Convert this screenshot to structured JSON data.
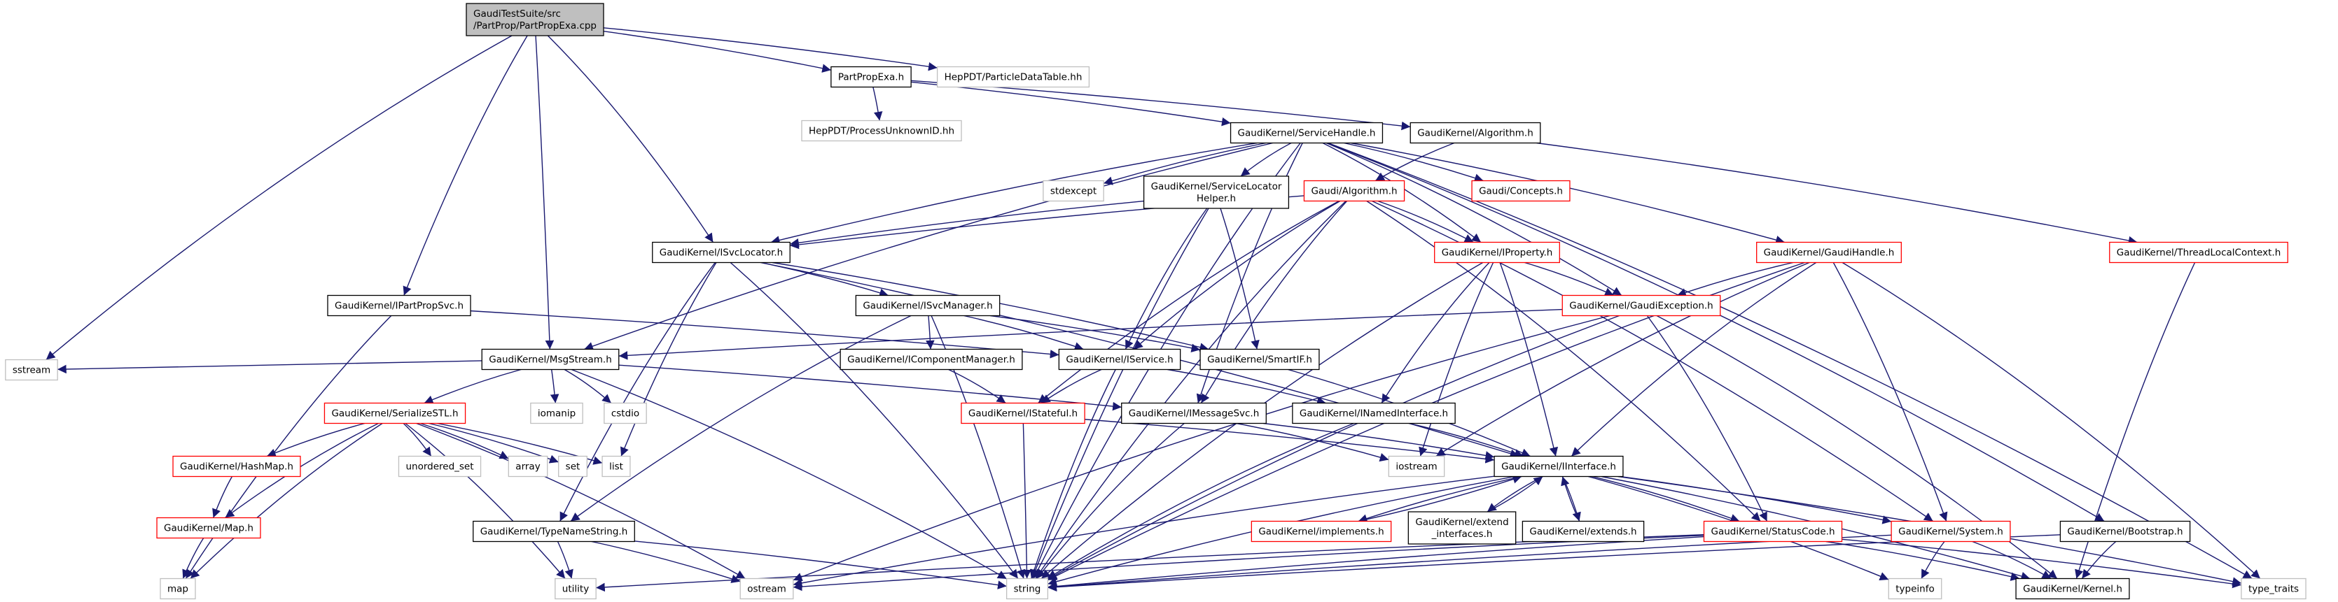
{
  "nodes": [
    {
      "id": "root",
      "lines": [
        "GaudiTestSuite/src",
        "/PartProp/PartPropExa.cpp"
      ],
      "style": "root"
    },
    {
      "id": "partpropexa",
      "lines": [
        "PartPropExa.h"
      ],
      "style": "normal"
    },
    {
      "id": "particledatatable",
      "lines": [
        "HepPDT/ParticleDataTable.hh"
      ],
      "style": "external"
    },
    {
      "id": "processunknown",
      "lines": [
        "HepPDT/ProcessUnknownID.hh"
      ],
      "style": "external"
    },
    {
      "id": "servicehandle",
      "lines": [
        "GaudiKernel/ServiceHandle.h"
      ],
      "style": "normal"
    },
    {
      "id": "gkalgorithm",
      "lines": [
        "GaudiKernel/Algorithm.h"
      ],
      "style": "normal"
    },
    {
      "id": "stdexcept",
      "lines": [
        "stdexcept"
      ],
      "style": "external"
    },
    {
      "id": "svclochelper",
      "lines": [
        "GaudiKernel/ServiceLocator",
        "Helper.h"
      ],
      "style": "normal"
    },
    {
      "id": "gaudialgorithm",
      "lines": [
        "Gaudi/Algorithm.h"
      ],
      "style": "truncated"
    },
    {
      "id": "concepts",
      "lines": [
        "Gaudi/Concepts.h"
      ],
      "style": "truncated"
    },
    {
      "id": "gaudihandle",
      "lines": [
        "GaudiKernel/GaudiHandle.h"
      ],
      "style": "truncated"
    },
    {
      "id": "threadlocal",
      "lines": [
        "GaudiKernel/ThreadLocalContext.h"
      ],
      "style": "truncated"
    },
    {
      "id": "isvclocator",
      "lines": [
        "GaudiKernel/ISvcLocator.h"
      ],
      "style": "normal"
    },
    {
      "id": "iproperty",
      "lines": [
        "GaudiKernel/IProperty.h"
      ],
      "style": "truncated"
    },
    {
      "id": "ipartpropsvc",
      "lines": [
        "GaudiKernel/IPartPropSvc.h"
      ],
      "style": "normal"
    },
    {
      "id": "isvcmanager",
      "lines": [
        "GaudiKernel/ISvcManager.h"
      ],
      "style": "normal"
    },
    {
      "id": "gaudiexception",
      "lines": [
        "GaudiKernel/GaudiException.h"
      ],
      "style": "truncated"
    },
    {
      "id": "msgstream",
      "lines": [
        "GaudiKernel/MsgStream.h"
      ],
      "style": "normal"
    },
    {
      "id": "icompmgr",
      "lines": [
        "GaudiKernel/IComponentManager.h"
      ],
      "style": "normal"
    },
    {
      "id": "iservice",
      "lines": [
        "GaudiKernel/IService.h"
      ],
      "style": "normal"
    },
    {
      "id": "smartif",
      "lines": [
        "GaudiKernel/SmartIF.h"
      ],
      "style": "normal"
    },
    {
      "id": "sstream",
      "lines": [
        "sstream"
      ],
      "style": "external"
    },
    {
      "id": "serializestl",
      "lines": [
        "GaudiKernel/SerializeSTL.h"
      ],
      "style": "truncated"
    },
    {
      "id": "iomanip",
      "lines": [
        "iomanip"
      ],
      "style": "external"
    },
    {
      "id": "cstdio",
      "lines": [
        "cstdio"
      ],
      "style": "external"
    },
    {
      "id": "istateful",
      "lines": [
        "GaudiKernel/IStateful.h"
      ],
      "style": "truncated"
    },
    {
      "id": "imessagesvc",
      "lines": [
        "GaudiKernel/IMessageSvc.h"
      ],
      "style": "normal"
    },
    {
      "id": "inamedinterface",
      "lines": [
        "GaudiKernel/INamedInterface.h"
      ],
      "style": "normal"
    },
    {
      "id": "hashmap",
      "lines": [
        "GaudiKernel/HashMap.h"
      ],
      "style": "truncated"
    },
    {
      "id": "unorderedset",
      "lines": [
        "unordered_set"
      ],
      "style": "external"
    },
    {
      "id": "array",
      "lines": [
        "array"
      ],
      "style": "external"
    },
    {
      "id": "set",
      "lines": [
        "set"
      ],
      "style": "external"
    },
    {
      "id": "list",
      "lines": [
        "list"
      ],
      "style": "external"
    },
    {
      "id": "iostream",
      "lines": [
        "iostream"
      ],
      "style": "external"
    },
    {
      "id": "iinterface",
      "lines": [
        "GaudiKernel/IInterface.h"
      ],
      "style": "normal"
    },
    {
      "id": "gkmap",
      "lines": [
        "GaudiKernel/Map.h"
      ],
      "style": "truncated"
    },
    {
      "id": "implements",
      "lines": [
        "GaudiKernel/implements.h"
      ],
      "style": "truncated"
    },
    {
      "id": "extendinterfaces",
      "lines": [
        "GaudiKernel/extend",
        "_interfaces.h"
      ],
      "style": "normal"
    },
    {
      "id": "extends",
      "lines": [
        "GaudiKernel/extends.h"
      ],
      "style": "normal"
    },
    {
      "id": "statuscode",
      "lines": [
        "GaudiKernel/StatusCode.h"
      ],
      "style": "truncated"
    },
    {
      "id": "system",
      "lines": [
        "GaudiKernel/System.h"
      ],
      "style": "truncated"
    },
    {
      "id": "bootstrap",
      "lines": [
        "GaudiKernel/Bootstrap.h"
      ],
      "style": "normal"
    },
    {
      "id": "typenamestring",
      "lines": [
        "GaudiKernel/TypeNameString.h"
      ],
      "style": "normal"
    },
    {
      "id": "map",
      "lines": [
        "map"
      ],
      "style": "external"
    },
    {
      "id": "utility",
      "lines": [
        "utility"
      ],
      "style": "external"
    },
    {
      "id": "ostream",
      "lines": [
        "ostream"
      ],
      "style": "external"
    },
    {
      "id": "string",
      "lines": [
        "string"
      ],
      "style": "external"
    },
    {
      "id": "typeinfo",
      "lines": [
        "typeinfo"
      ],
      "style": "external"
    },
    {
      "id": "kernel",
      "lines": [
        "GaudiKernel/Kernel.h"
      ],
      "style": "normal"
    },
    {
      "id": "typetraits",
      "lines": [
        "type_traits"
      ],
      "style": "external"
    }
  ],
  "edges": [
    [
      "root",
      "partpropexa"
    ],
    [
      "root",
      "particledatatable"
    ],
    [
      "root",
      "sstream"
    ],
    [
      "root",
      "msgstream"
    ],
    [
      "root",
      "ipartpropsvc"
    ],
    [
      "root",
      "isvclocator"
    ],
    [
      "partpropexa",
      "processunknown"
    ],
    [
      "partpropexa",
      "servicehandle"
    ],
    [
      "partpropexa",
      "gkalgorithm"
    ],
    [
      "servicehandle",
      "stdexcept"
    ],
    [
      "servicehandle",
      "svclochelper"
    ],
    [
      "servicehandle",
      "isvclocator"
    ],
    [
      "servicehandle",
      "concepts"
    ],
    [
      "servicehandle",
      "iproperty"
    ],
    [
      "servicehandle",
      "gaudihandle"
    ],
    [
      "servicehandle",
      "gaudiexception"
    ],
    [
      "servicehandle",
      "msgstream"
    ],
    [
      "servicehandle",
      "imessagesvc"
    ],
    [
      "servicehandle",
      "string"
    ],
    [
      "servicehandle",
      "typetraits"
    ],
    [
      "servicehandle",
      "bootstrap"
    ],
    [
      "gkalgorithm",
      "gaudialgorithm"
    ],
    [
      "gkalgorithm",
      "threadlocal"
    ],
    [
      "svclochelper",
      "isvclocator"
    ],
    [
      "svclochelper",
      "iservice"
    ],
    [
      "svclochelper",
      "smartif"
    ],
    [
      "svclochelper",
      "string"
    ],
    [
      "gaudialgorithm",
      "isvclocator"
    ],
    [
      "gaudialgorithm",
      "iproperty"
    ],
    [
      "gaudialgorithm",
      "iservice"
    ],
    [
      "gaudialgorithm",
      "istateful"
    ],
    [
      "gaudialgorithm",
      "imessagesvc"
    ],
    [
      "gaudialgorithm",
      "string"
    ],
    [
      "gaudialgorithm",
      "statuscode"
    ],
    [
      "gaudialgorithm",
      "system"
    ],
    [
      "gaudihandle",
      "gaudiexception"
    ],
    [
      "gaudihandle",
      "iinterface"
    ],
    [
      "gaudihandle",
      "system"
    ],
    [
      "gaudihandle",
      "iostream"
    ],
    [
      "gaudihandle",
      "string"
    ],
    [
      "gaudihandle",
      "typetraits"
    ],
    [
      "threadlocal",
      "kernel"
    ],
    [
      "isvclocator",
      "isvcmanager"
    ],
    [
      "isvclocator",
      "smartif"
    ],
    [
      "isvclocator",
      "iinterface"
    ],
    [
      "isvclocator",
      "list"
    ],
    [
      "isvclocator",
      "string"
    ],
    [
      "isvclocator",
      "typenamestring"
    ],
    [
      "iproperty",
      "gaudiexception"
    ],
    [
      "iproperty",
      "inamedinterface"
    ],
    [
      "iproperty",
      "iinterface"
    ],
    [
      "iproperty",
      "iostream"
    ],
    [
      "iproperty",
      "string"
    ],
    [
      "ipartpropsvc",
      "iservice"
    ],
    [
      "ipartpropsvc",
      "map"
    ],
    [
      "isvcmanager",
      "icompmgr"
    ],
    [
      "isvcmanager",
      "iservice"
    ],
    [
      "isvcmanager",
      "smartif"
    ],
    [
      "isvcmanager",
      "string"
    ],
    [
      "isvcmanager",
      "typenamestring"
    ],
    [
      "gaudiexception",
      "msgstream"
    ],
    [
      "gaudiexception",
      "statuscode"
    ],
    [
      "gaudiexception",
      "kernel"
    ],
    [
      "gaudiexception",
      "string"
    ],
    [
      "gaudiexception",
      "ostream"
    ],
    [
      "msgstream",
      "sstream"
    ],
    [
      "msgstream",
      "serializestl"
    ],
    [
      "msgstream",
      "iomanip"
    ],
    [
      "msgstream",
      "cstdio"
    ],
    [
      "msgstream",
      "imessagesvc"
    ],
    [
      "msgstream",
      "string"
    ],
    [
      "icompmgr",
      "istateful"
    ],
    [
      "iservice",
      "istateful"
    ],
    [
      "iservice",
      "inamedinterface"
    ],
    [
      "iservice",
      "string"
    ],
    [
      "smartif",
      "iinterface"
    ],
    [
      "serializestl",
      "hashmap"
    ],
    [
      "serializestl",
      "gkmap"
    ],
    [
      "serializestl",
      "unorderedset"
    ],
    [
      "serializestl",
      "array"
    ],
    [
      "serializestl",
      "set"
    ],
    [
      "serializestl",
      "list"
    ],
    [
      "serializestl",
      "map"
    ],
    [
      "serializestl",
      "utility"
    ],
    [
      "serializestl",
      "ostream"
    ],
    [
      "istateful",
      "iinterface"
    ],
    [
      "istateful",
      "string"
    ],
    [
      "imessagesvc",
      "iinterface"
    ],
    [
      "imessagesvc",
      "iostream"
    ],
    [
      "imessagesvc",
      "string"
    ],
    [
      "inamedinterface",
      "iinterface"
    ],
    [
      "inamedinterface",
      "string"
    ],
    [
      "hashmap",
      "gkmap"
    ],
    [
      "gkmap",
      "map"
    ],
    [
      "iinterface",
      "implements"
    ],
    [
      "iinterface",
      "extendinterfaces"
    ],
    [
      "iinterface",
      "extends"
    ],
    [
      "iinterface",
      "statuscode"
    ],
    [
      "iinterface",
      "system"
    ],
    [
      "iinterface",
      "kernel"
    ],
    [
      "iinterface",
      "typeinfo"
    ],
    [
      "iinterface",
      "typetraits"
    ],
    [
      "iinterface",
      "ostream"
    ],
    [
      "iinterface",
      "string"
    ],
    [
      "implements",
      "iinterface"
    ],
    [
      "extendinterfaces",
      "iinterface"
    ],
    [
      "extends",
      "iinterface"
    ],
    [
      "statuscode",
      "kernel"
    ],
    [
      "statuscode",
      "string"
    ],
    [
      "statuscode",
      "utility"
    ],
    [
      "statuscode",
      "ostream"
    ],
    [
      "statuscode",
      "typetraits"
    ],
    [
      "system",
      "kernel"
    ],
    [
      "system",
      "string"
    ],
    [
      "system",
      "typeinfo"
    ],
    [
      "bootstrap",
      "kernel"
    ],
    [
      "bootstrap",
      "string"
    ],
    [
      "typenamestring",
      "utility"
    ],
    [
      "typenamestring",
      "string"
    ],
    [
      "typenamestring",
      "ostream"
    ]
  ]
}
